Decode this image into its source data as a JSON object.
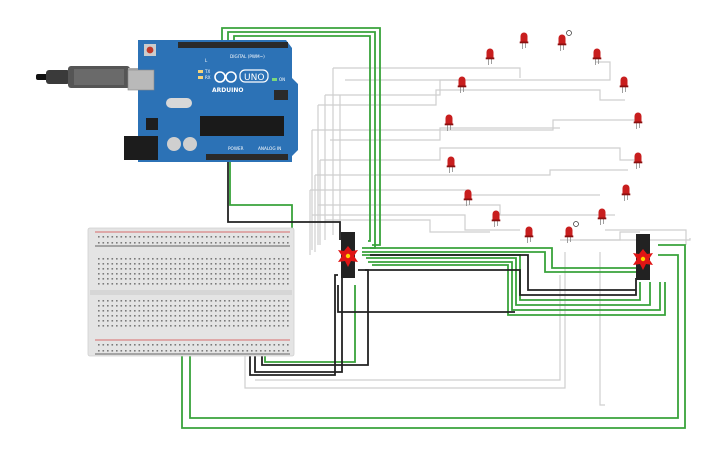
{
  "arduino": {
    "brand": "ARDUINO",
    "model": "UNO",
    "digital_header": "DIGITAL (PWM~)",
    "power_header": "POWER",
    "analog_header": "ANALOG IN",
    "tx_label": "TX",
    "rx_label": "RX",
    "on_label": "ON",
    "l_label": "L",
    "board_color": "#2c72b6"
  },
  "breadboard": {
    "rail_positive_color": "#d64545",
    "rail_negative_color": "#3a3a3a"
  },
  "colors": {
    "wire_green": "#39a33b",
    "wire_black": "#222222",
    "wire_gray": "#c9c9c9",
    "led_red": "#c81e1e",
    "led_dark": "#8a1010",
    "chip_body": "#222222",
    "burnt_marker": "#e01515"
  },
  "shift_registers": [
    {
      "id": "left",
      "state": "damaged"
    },
    {
      "id": "right",
      "state": "damaged"
    }
  ],
  "leds": [
    {
      "id": "led-1",
      "state": "off"
    },
    {
      "id": "led-2",
      "state": "off"
    },
    {
      "id": "led-3",
      "state": "off"
    },
    {
      "id": "led-4",
      "state": "off"
    },
    {
      "id": "led-5",
      "state": "off"
    },
    {
      "id": "led-6",
      "state": "off"
    },
    {
      "id": "led-7",
      "state": "off"
    },
    {
      "id": "led-8",
      "state": "off"
    },
    {
      "id": "led-9",
      "state": "off"
    },
    {
      "id": "led-10",
      "state": "off"
    },
    {
      "id": "led-11",
      "state": "off"
    },
    {
      "id": "led-12",
      "state": "off"
    },
    {
      "id": "led-13",
      "state": "off"
    },
    {
      "id": "led-14",
      "state": "off"
    },
    {
      "id": "led-15",
      "state": "off"
    },
    {
      "id": "led-16",
      "state": "off"
    }
  ]
}
